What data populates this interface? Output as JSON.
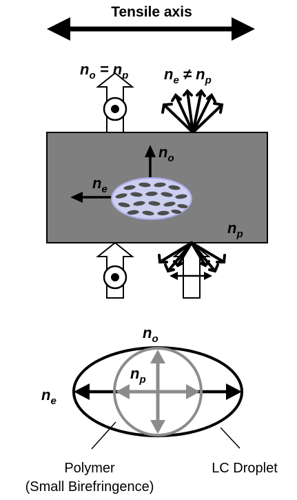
{
  "title": "Tensile axis",
  "labels": {
    "no_eq_np": {
      "n1": "n",
      "s1": "o",
      "op": " = ",
      "n2": "n",
      "s2": "p"
    },
    "ne_neq_np": {
      "n1": "n",
      "s1": "e",
      "op": " ≠ ",
      "n2": "n",
      "s2": "p"
    },
    "n_o": {
      "n": "n",
      "s": "o"
    },
    "n_e": {
      "n": "n",
      "s": "e"
    },
    "n_p": {
      "n": "n",
      "s": "p"
    }
  },
  "polymer_label": {
    "line1": "Polymer",
    "line2": "(Small Birefringence)"
  },
  "droplet_label": "LC Droplet",
  "colors": {
    "film": "#7f7f7f",
    "droplet_fill": "#cccff0",
    "droplet_stroke": "#a9a9e8",
    "lc_molecule": "#4d4d4d",
    "polymer_gray": "#8c8c8c"
  }
}
